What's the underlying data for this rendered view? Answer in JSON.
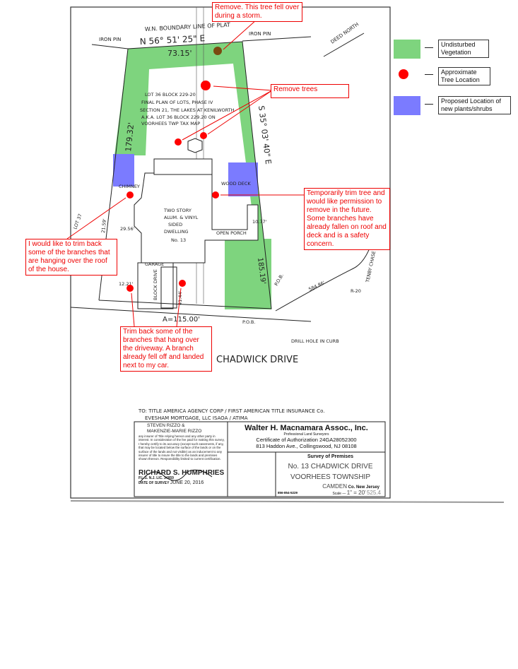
{
  "survey": {
    "boundary_note": "W.N. BOUNDARY LINE OF PLAT",
    "bearing_north": "N 56° 51' 25\" E",
    "dist_north": "73.15'",
    "bearing_east": "S 35° 03' 40\" E",
    "dist_west": "179.32'",
    "dist_east": "185.19'",
    "dist_south": "A=115.00'",
    "iron_pin_left": "IRON PIN",
    "iron_pin_right": "IRON PIN",
    "deed_north": "DEED NORTH",
    "lot_info": [
      "LOT 36  BLOCK 229-20",
      "FINAL PLAN OF LOTS, PHASE IV",
      "SECTION 21, THE LAKES AT KENILWORTH",
      "A.K.A. LOT 36 BLOCK 229.20 ON",
      "VOORHEES TWP TAX MAP"
    ],
    "house": [
      "TWO STORY",
      "ALUM. & VINYL",
      "SIDED",
      "DWELLING",
      "No. 13"
    ],
    "garage": "GARAGE",
    "drive": "BLOCK DRIVE",
    "wood_deck": "WOOD DECK",
    "open_porch": "OPEN PORCH",
    "chimney": "CHIMNEY",
    "lot_37": "LOT 37",
    "dim_2159": "21.59'",
    "dim_2956": "29.56'",
    "dim_4144": "41.44'",
    "dim_1077": "10.77'",
    "dim_ch": "12.21'",
    "dim_6486": "584.86'",
    "r20": "R-20",
    "pob": "P.O.B.",
    "pob2": "P.O.B.",
    "drill": "DRILL HOLE IN CURB",
    "street": "CHADWICK DRIVE",
    "tenby": "TENBY CHASE DRIVE",
    "to_line1": "TO: TITLE AMERICA AGENCY CORP / FIRST AMERICAN TITLE INSURANCE Co.",
    "to_line2": "EVESHAM MORTGAGE, LLC  ISAOA / ATIMA"
  },
  "title_block": {
    "to_names": [
      "STEVEN RIZZO &",
      "MAKENZIE-MARIE RIZZO"
    ],
    "cert_text": "any insurer of Title relying hereon and any other party in interest. In consideration of the fee paid for making this survey, I hereby certify to its accuracy (except such easements, if any, that may be located below the surface of the lands or on the surface of the lands and not visible) as an inducement to any insurer of title to insure the title to the lands and premises shown thereon. Responsibility limited to current certification.",
    "surveyor": "RICHARD S. HUMPHRIES",
    "license": "P.L.S. N.J. LIC. 34859",
    "date_label": "DATE OF SURVEY",
    "date_value": "JUNE 20, 2016",
    "firm": "Walter H. Macnamara Assoc., Inc.",
    "firm_sub": "Professional Land Surveyors",
    "cert_auth": "Certificate of Authorization 24GA28052300",
    "address": "813 Haddon Ave., Collingswood, NJ 08108",
    "survey_title": "Survey of Premises",
    "premises1": "No. 13 CHADWICK DRIVE",
    "premises2": "VOORHEES TOWNSHIP",
    "county": "CAMDEN",
    "state": "Co. New Jersey",
    "scale_label": "Scale —",
    "scale_value": "1\" = 20'",
    "job": "525.4",
    "phone": "856-854-5229"
  },
  "notes": {
    "fell": "Remove. This tree fell over during a storm.",
    "remove": "Remove trees",
    "temp": "Temporarily trim tree and would like permission to remove in the future. Some branches have already fallen on roof and deck and is a safety concern.",
    "roof": "I would like to trim back some of the branches that are hanging over the roof of the house.",
    "drive": "Trim back some of the branches that hang over the driveway. A branch already fell off and landed next to my car."
  },
  "legend": {
    "items": [
      {
        "label": "Undisturbed Vegetation",
        "color": "#7ed47e"
      },
      {
        "label": "Approximate Tree Location",
        "color": "#ff0000"
      },
      {
        "label": "Proposed Location of new plants/shrubs",
        "color": "#7b7bff"
      }
    ]
  }
}
